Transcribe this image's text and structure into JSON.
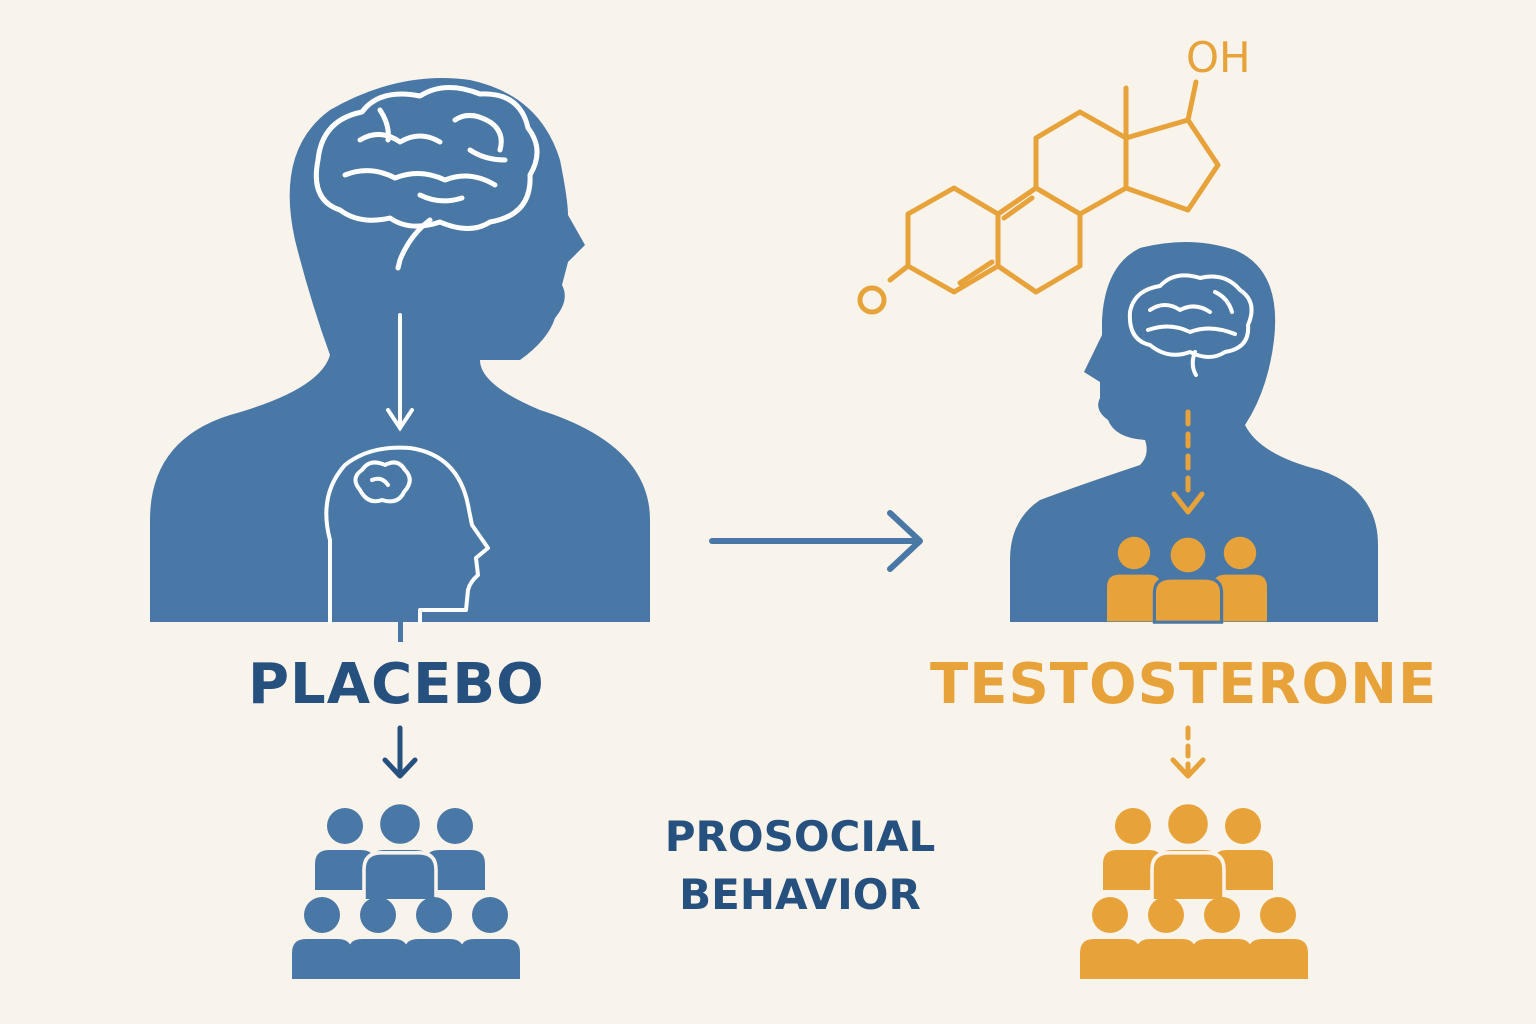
{
  "labels": {
    "placebo": "PLACEBO",
    "testosterone": "TESTOSTERONE",
    "prosocial_line1": "PROSOCIAL",
    "prosocial_line2": "BEHAVIOR"
  },
  "molecule": {
    "hydroxyl": "OH",
    "oxygen": "O"
  },
  "colors": {
    "blue": "#4a78a6",
    "dark_blue": "#26507e",
    "orange": "#e8a23a",
    "background": "#f8f3eb",
    "line_white": "#ffffff"
  },
  "icons": {
    "placebo_head": "head-silhouette-icon",
    "testo_head": "head-silhouette-icon",
    "brain": "brain-icon",
    "molecule": "testosterone-molecule-icon",
    "group": "people-group-icon"
  }
}
